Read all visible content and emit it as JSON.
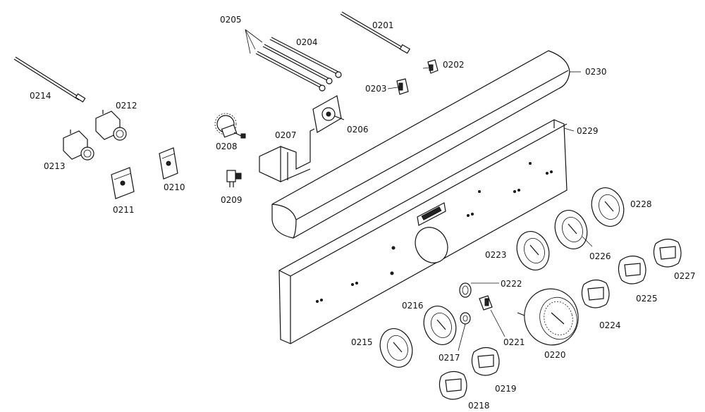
{
  "labels": {
    "p0201": "0201",
    "p0202": "0202",
    "p0203": "0203",
    "p0204": "0204",
    "p0205": "0205",
    "p0206": "0206",
    "p0207": "0207",
    "p0208": "0208",
    "p0209": "0209",
    "p0210": "0210",
    "p0211": "0211",
    "p0212": "0212",
    "p0213": "0213",
    "p0214": "0214",
    "p0215": "0215",
    "p0216": "0216",
    "p0217": "0217",
    "p0218": "0218",
    "p0219": "0219",
    "p0220": "0220",
    "p0221": "0221",
    "p0222": "0222",
    "p0223": "0223",
    "p0224": "0224",
    "p0225": "0225",
    "p0226": "0226",
    "p0227": "0227",
    "p0228": "0228",
    "p0229": "0229",
    "p0230": "0230"
  },
  "colors": {
    "line": "#111111",
    "background": "#ffffff"
  }
}
